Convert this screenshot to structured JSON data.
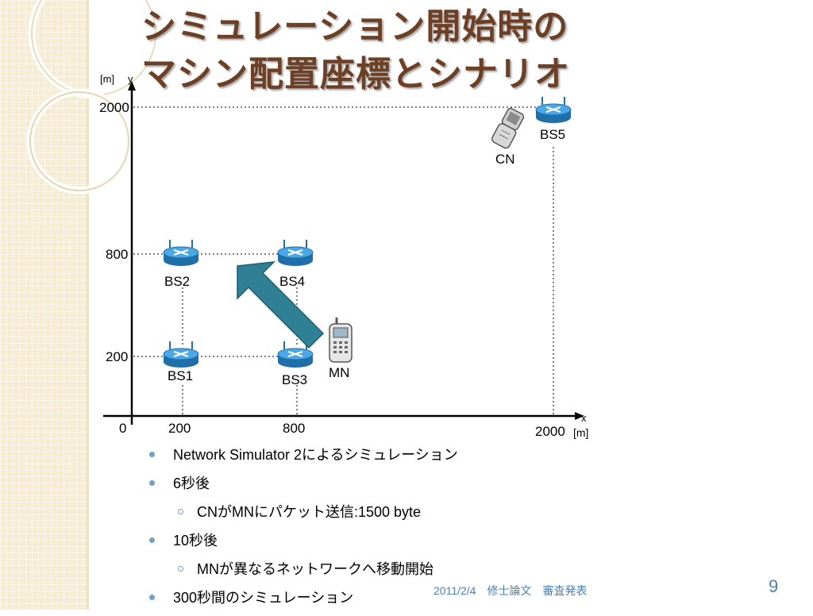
{
  "slide": {
    "title_line1": "シミュレーション開始時の",
    "title_line2": "マシン配置座標とシナリオ",
    "footer": "2011/2/4　修士論文　審査発表",
    "page_number": "9"
  },
  "diagram": {
    "y_unit": "[m]",
    "y_axis": "y",
    "x_axis": "x",
    "x_unit": "[m]",
    "y_ticks": [
      "2000",
      "800",
      "200"
    ],
    "x_ticks": [
      "0",
      "200",
      "800",
      "2000"
    ],
    "stations": [
      "BS1",
      "BS2",
      "BS3",
      "BS4",
      "BS5"
    ],
    "cn_label": "CN",
    "mn_label": "MN",
    "colors": {
      "router": "#3a9ad9",
      "arrow": "#2f7f95",
      "title": "#6d3f24",
      "accent": "#4e81b1"
    },
    "icons": [
      "router-icon",
      "cellphone-icon",
      "flip-phone-icon",
      "move-arrow-icon"
    ]
  },
  "bullets": [
    {
      "level": 1,
      "text": "Network Simulator 2によるシミュレーション"
    },
    {
      "level": 1,
      "text": "6秒後"
    },
    {
      "level": 2,
      "text": "CNがMNにパケット送信:1500 byte"
    },
    {
      "level": 1,
      "text": "10秒後"
    },
    {
      "level": 2,
      "text": "MNが異なるネットワークへ移動開始"
    },
    {
      "level": 1,
      "text": "300秒間のシミュレーション"
    }
  ]
}
